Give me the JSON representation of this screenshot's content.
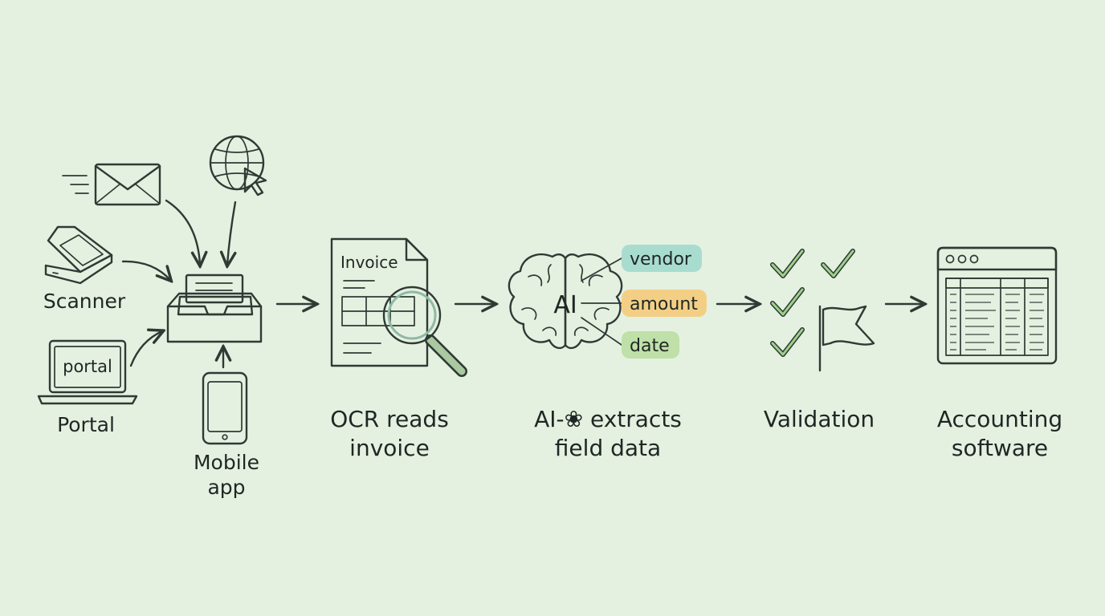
{
  "labels": {
    "scanner": "Scanner",
    "portal": "Portal",
    "portal_screen": "portal",
    "mobile_app": "Mobile\napp",
    "ocr": "OCR reads\ninvoice",
    "invoice_doc": "Invoice",
    "ai_badge": "AI",
    "ai_extracts": "AI-❀ extracts\nfield data",
    "validation": "Validation",
    "accounting": "Accounting\nsoftware"
  },
  "fields": [
    {
      "text": "vendor",
      "color": "#a8dccf"
    },
    {
      "text": "amount",
      "color": "#f3cf86"
    },
    {
      "text": "date",
      "color": "#bfe0a8"
    }
  ],
  "colors": {
    "background": "#e4f1e1",
    "teal": "#a8dccf",
    "yellow": "#f3cf86",
    "green": "#a9d49a",
    "ink": "#2f3a34"
  }
}
